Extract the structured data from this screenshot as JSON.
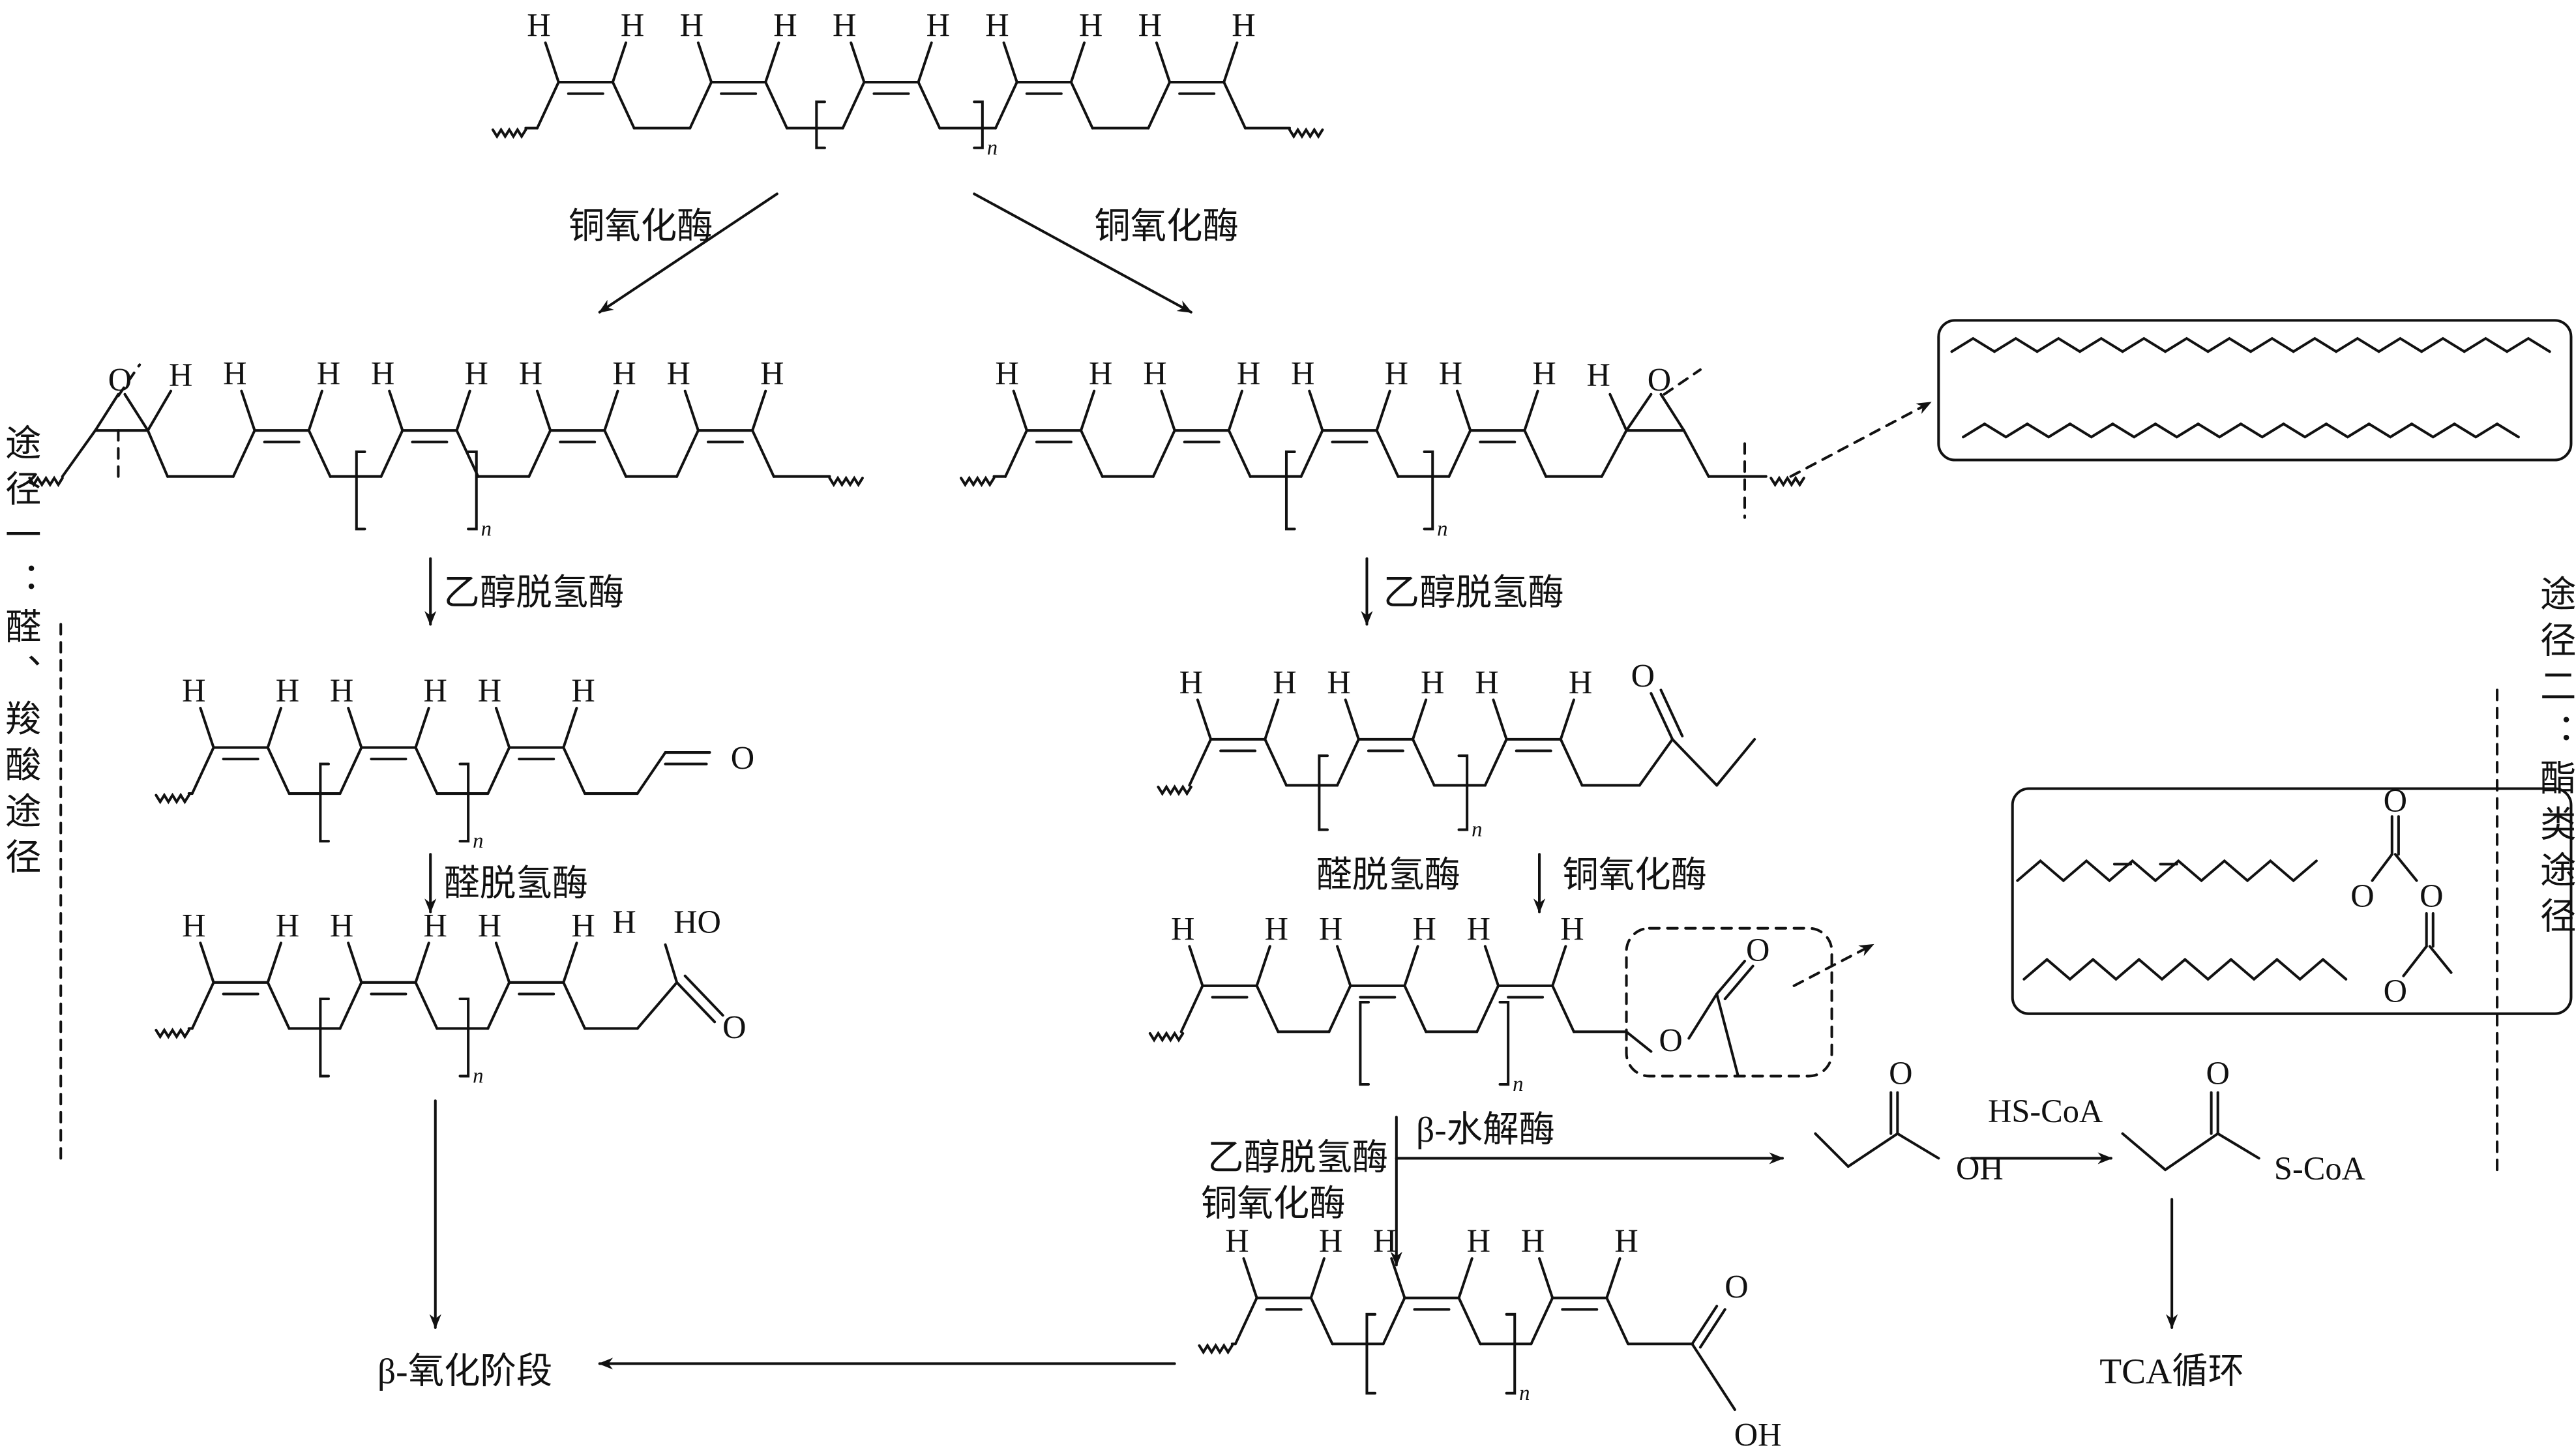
{
  "atoms": {
    "H": "H",
    "O": "O",
    "OH": "OH",
    "HO": "HO",
    "n": "n"
  },
  "enzymes": {
    "top_left": "铜氧化酶",
    "top_right": "铜氧化酶",
    "left_step1": "乙醇脱氢酶",
    "right_step1": "乙醇脱氢酶",
    "left_step2": "醛脱氢酶",
    "right_step2_a": "醛脱氢酶",
    "right_step2_b": "铜氧化酶",
    "hydrolase": "β-水解酶",
    "right_step3_a": "乙醇脱氢酶",
    "right_step3_b": "铜氧化酶"
  },
  "pathways": {
    "pathway1": "途径一：醛、羧酸途径",
    "pathway2": "途径二：酯类途径"
  },
  "products": {
    "beta_oxidation": "β-氧化阶段",
    "tca_cycle": "TCA循环",
    "hs_coa": "HS-CoA",
    "s_coa": "S-CoA"
  }
}
